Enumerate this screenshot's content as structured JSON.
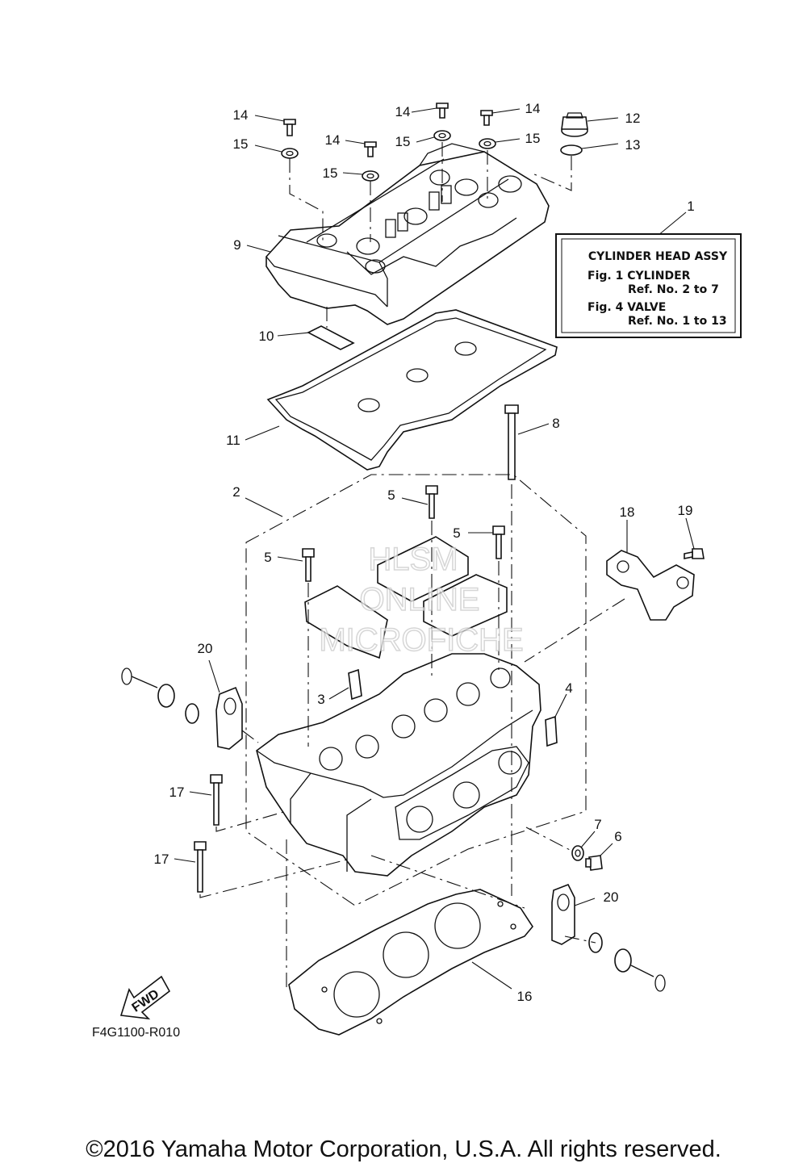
{
  "callouts": [
    {
      "label": "14"
    },
    {
      "label": "14"
    },
    {
      "label": "14"
    },
    {
      "label": "14"
    },
    {
      "label": "15"
    },
    {
      "label": "15"
    },
    {
      "label": "15"
    },
    {
      "label": "15"
    },
    {
      "label": "12"
    },
    {
      "label": "13"
    },
    {
      "label": "1"
    },
    {
      "label": "9"
    },
    {
      "label": "10"
    },
    {
      "label": "11"
    },
    {
      "label": "8"
    },
    {
      "label": "2"
    },
    {
      "label": "5"
    },
    {
      "label": "5"
    },
    {
      "label": "5"
    },
    {
      "label": "18"
    },
    {
      "label": "19"
    },
    {
      "label": "20"
    },
    {
      "label": "3"
    },
    {
      "label": "4"
    },
    {
      "label": "17"
    },
    {
      "label": "17"
    },
    {
      "label": "7"
    },
    {
      "label": "6"
    },
    {
      "label": "20"
    },
    {
      "label": "16"
    }
  ],
  "info_box": {
    "title": "CYLINDER HEAD ASSY",
    "line1": "Fig. 1 CYLINDER",
    "line2": "Ref. No. 2 to 7",
    "line3": "Fig. 4 VALVE",
    "line4": "Ref. No. 1 to 13"
  },
  "fwd_label": "FWD",
  "figure_code": "F4G1100-R010",
  "watermark": {
    "line1": "HLSM",
    "line2": "ONLINE",
    "line3": "MICROFICHE"
  },
  "copyright": "©2016 Yamaha Motor Corporation, U.S.A. All rights reserved."
}
